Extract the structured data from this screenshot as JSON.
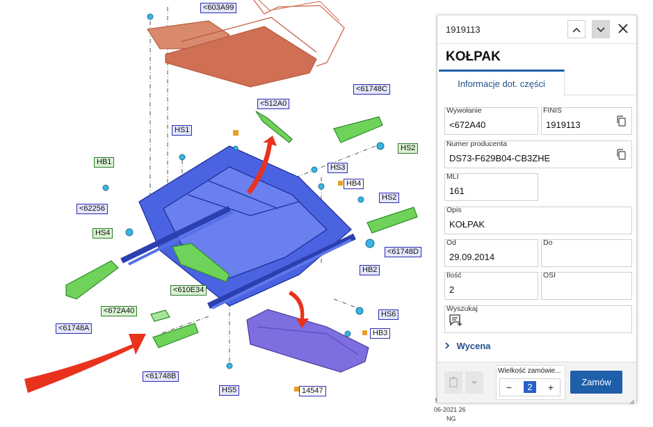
{
  "diagram": {
    "labels": {
      "603A99": "<603A99",
      "61748C": "<61748C",
      "512A0": "<512A0",
      "HS1": "HS1",
      "HS2_top": "HS2",
      "HB1": "HB1",
      "HS3": "HS3",
      "HB4": "HB4",
      "HS2_mid": "HS2",
      "62256": "<62256",
      "HS4": "HS4",
      "61748D": "<61748D",
      "HB2": "HB2",
      "610E34": "<610E34",
      "672A40": "<672A40",
      "HS6": "HS6",
      "HB3": "HB3",
      "61748A": "<61748A",
      "61748B": "<61748B",
      "HS5": "HS5",
      "14547": "14547"
    },
    "footnotes": [
      "5",
      "06-2021 26",
      "NG"
    ]
  },
  "panel": {
    "part_number": "1919113",
    "title": "KOŁPAK",
    "tab": "Informacje dot. części",
    "fields": {
      "wywolanie": {
        "label": "Wywołanie",
        "value": "<672A40"
      },
      "finis": {
        "label": "FINIS",
        "value": "1919113"
      },
      "numer_producenta": {
        "label": "Numer producenta",
        "value": "DS73-F629B04-CB3ZHE"
      },
      "mli": {
        "label": "MLI",
        "value": "161"
      },
      "opis": {
        "label": "Opis",
        "value": "KOŁPAK"
      },
      "od": {
        "label": "Od",
        "value": "29.09.2014"
      },
      "do": {
        "label": "Do",
        "value": ""
      },
      "ilosc": {
        "label": "Ilość",
        "value": "2"
      },
      "osi": {
        "label": "OSI",
        "value": ""
      },
      "wyszukaj": {
        "label": "Wyszukaj",
        "value": ""
      }
    },
    "wycena": "Wycena",
    "quantity_label": "Wielkość zamówie...",
    "quantity_value": "2",
    "order_button": "Zamów",
    "colors": {
      "accent": "#1f5ea8"
    }
  }
}
